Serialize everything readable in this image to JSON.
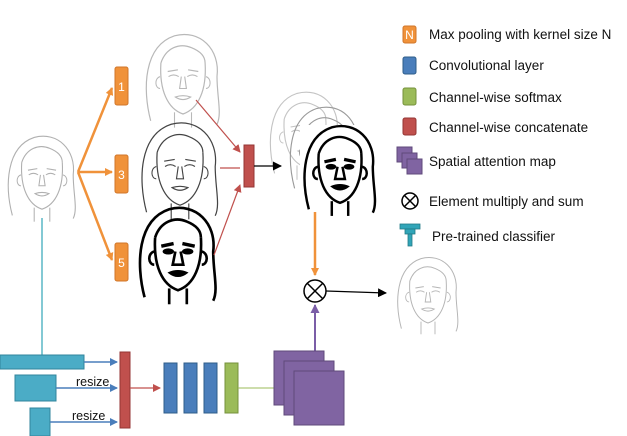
{
  "legend": {
    "items": [
      {
        "label": "Max pooling with kernel size N",
        "badge": "N",
        "color": "#f0923a",
        "icon": "orange-box-icon"
      },
      {
        "label": "Convolutional layer",
        "color": "#4a7ebb",
        "icon": "blue-box-icon"
      },
      {
        "label": "Channel-wise softmax",
        "color": "#9bbb59",
        "icon": "green-box-icon"
      },
      {
        "label": "Channel-wise concatenate",
        "color": "#c0504d",
        "icon": "red-box-icon"
      },
      {
        "label": "Spatial attention map",
        "color": "#8064a2",
        "icon": "stacked-purple-squares-icon"
      },
      {
        "label": "Element multiply and sum",
        "icon": "circled-times-icon"
      },
      {
        "label": "Pre-trained classifier",
        "color": "#31a5b8",
        "icon": "classifier-icon"
      }
    ]
  },
  "pooling": {
    "kernels": [
      "1",
      "3",
      "5"
    ]
  },
  "bottom": {
    "resize_label_1": "resize",
    "resize_label_2": "resize"
  },
  "colors": {
    "orange": "#f0923a",
    "blue": "#4a7ebb",
    "green": "#9bbb59",
    "red": "#c0504d",
    "purple": "#8064a2",
    "teal": "#31a5b8",
    "arrow_red": "#c0504d",
    "arrow_black": "#000000"
  }
}
